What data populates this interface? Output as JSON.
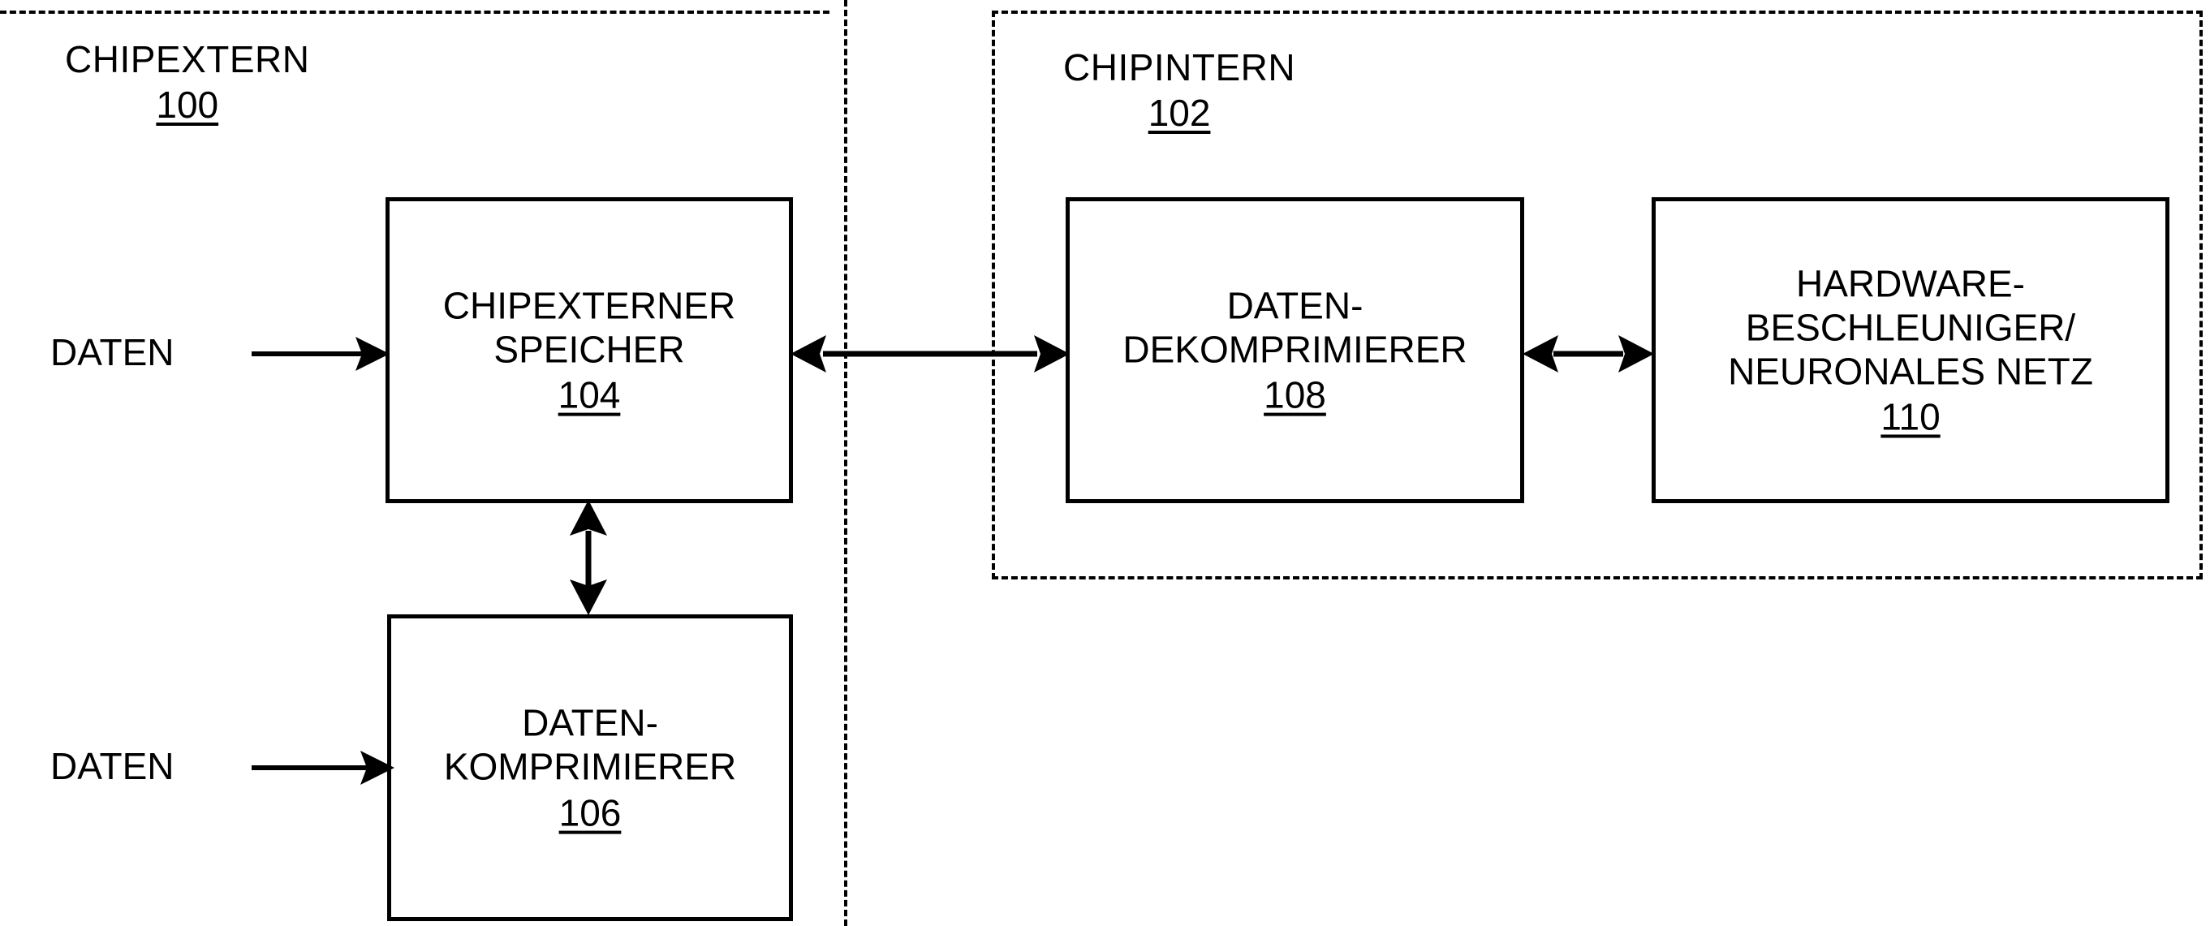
{
  "diagram": {
    "regions": [
      {
        "id": "chipextern",
        "title": "CHIPEXTERN",
        "number": "100"
      },
      {
        "id": "chipintern",
        "title": "CHIPINTERN",
        "number": "102"
      }
    ],
    "boxes": [
      {
        "id": "chipexterner-speicher",
        "line1": "CHIPEXTERNER",
        "line2": "SPEICHER",
        "number": "104"
      },
      {
        "id": "daten-komprimierer",
        "line1": "DATEN-",
        "line2": "KOMPRIMIERER",
        "number": "106"
      },
      {
        "id": "daten-dekomprimierer",
        "line1": "DATEN-",
        "line2": "DEKOMPRIMIERER",
        "number": "108"
      },
      {
        "id": "hardware-beschleuniger",
        "line1": "HARDWARE-",
        "line2": "BESCHLEUNIGER/",
        "line3": "NEURONALES NETZ",
        "number": "110"
      }
    ],
    "flow_labels": {
      "daten_top": "DATEN",
      "daten_bottom": "DATEN"
    },
    "colors": {
      "stroke": "#000000",
      "background": "#ffffff"
    }
  }
}
